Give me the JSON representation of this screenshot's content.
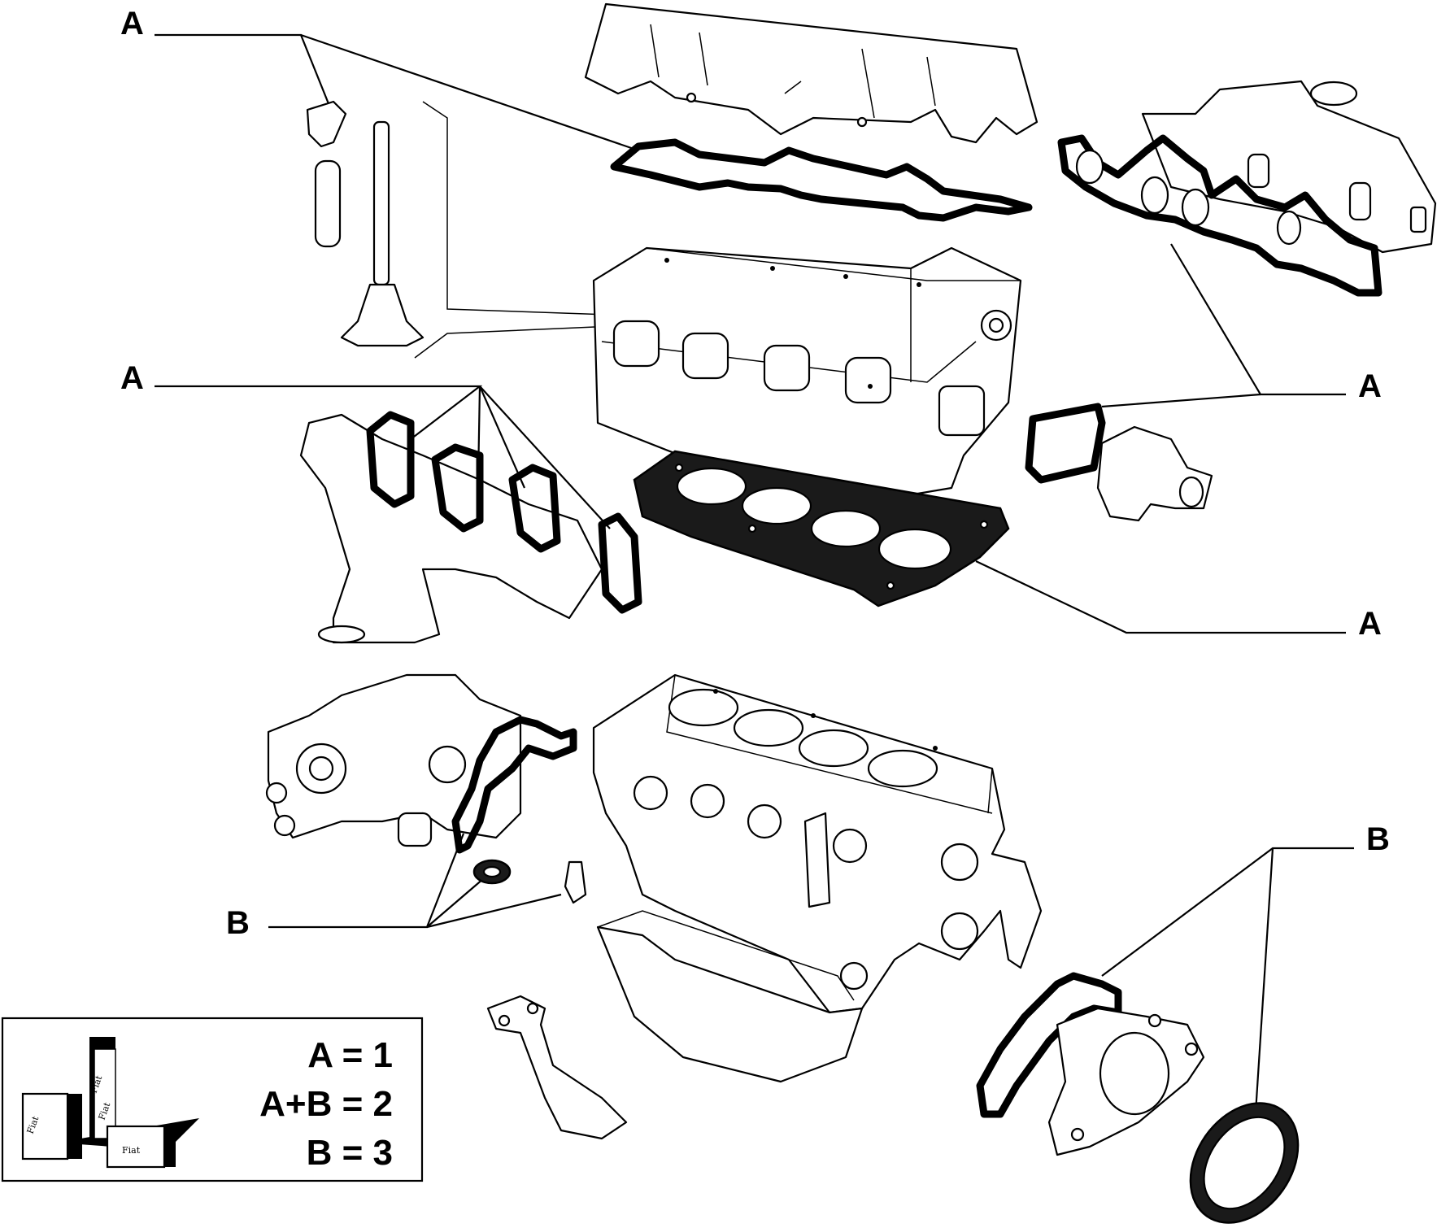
{
  "callouts": {
    "a1": "A",
    "a2": "A",
    "a3": "A",
    "a4": "A",
    "b1": "B",
    "b2": "B"
  },
  "legend": {
    "rows": [
      "A = 1",
      "A+B = 2",
      "B = 3"
    ],
    "package_brand": [
      "Fiat",
      "Fiat",
      "Fiat",
      "Fiat"
    ]
  },
  "icons": {
    "legend_packages": "gasket-kit-packages-icon"
  }
}
